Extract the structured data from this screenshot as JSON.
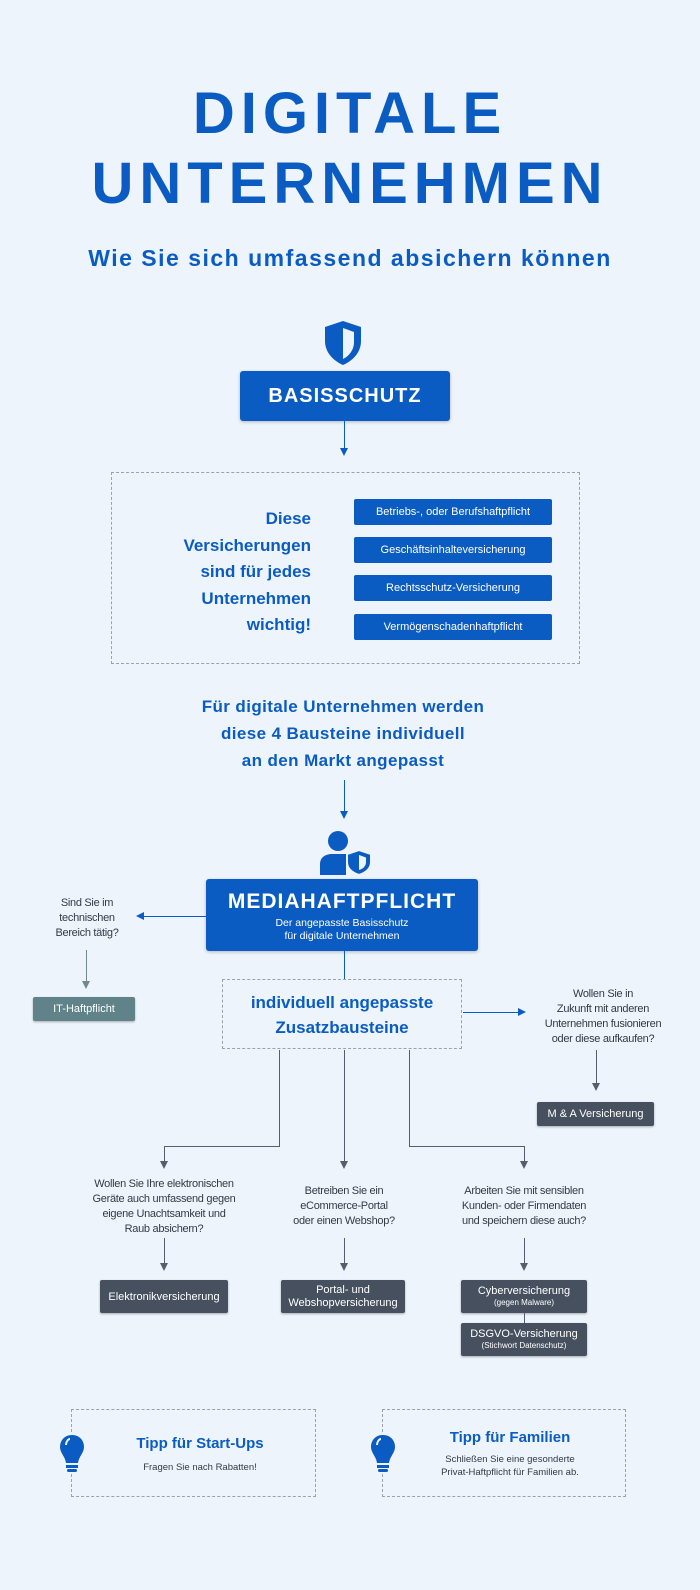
{
  "title": {
    "line1": "DIGITALE",
    "line2": "UNTERNEHMEN"
  },
  "subtitle": "Wie Sie sich umfassend absichern können",
  "basisschutz": {
    "label": "BASISSCHUTZ",
    "text_lines": [
      "Diese",
      "Versicherungen",
      "sind für jedes",
      "Unternehmen",
      "wichtig!"
    ],
    "items": [
      "Betriebs-, oder Berufshaftpflicht",
      "Geschäftsinhalteversicherung",
      "Rechtsschutz-Versicherung",
      "Vermögenschadenhaftpflicht"
    ]
  },
  "intro_lines": [
    "Für digitale Unternehmen werden",
    "diese 4 Bausteine individuell",
    "an den Markt angepasst"
  ],
  "media": {
    "title": "MEDIAHAFTPFLICHT",
    "sub1": "Der angepasste Basisschutz",
    "sub2": "für digitale Unternehmen"
  },
  "zusatz": {
    "line1": "individuell angepasste",
    "line2": "Zusatzbausteine"
  },
  "branches": {
    "it": {
      "question": [
        "Sind Sie im",
        "technischen",
        "Bereich tätig?"
      ],
      "label": "IT-Haftpflicht"
    },
    "ma": {
      "question": [
        "Wollen Sie in",
        "Zukunft mit anderen",
        "Unternehmen fusionieren",
        "oder diese aufkaufen?"
      ],
      "label": "M & A Versicherung"
    },
    "elektronik": {
      "question": [
        "Wollen Sie Ihre elektronischen",
        "Geräte auch umfassend gegen",
        "eigene Unachtsamkeit und",
        "Raub absichern?"
      ],
      "label": "Elektronikversicherung"
    },
    "portal": {
      "question": [
        "Betreiben Sie ein",
        "eCommerce-Portal",
        "oder einen Webshop?"
      ],
      "label1": "Portal- und",
      "label2": "Webshopversicherung"
    },
    "cyber": {
      "question": [
        "Arbeiten Sie mit sensiblen",
        "Kunden- oder Firmendaten",
        "und speichern diese auch?"
      ],
      "label": "Cyberversicherung",
      "note": "(gegen Malware)",
      "label2": "DSGVO-Versicherung",
      "note2": "(Stichwort Datenschutz)"
    }
  },
  "tips": [
    {
      "title": "Tipp für Start-Ups",
      "text": [
        "Fragen Sie nach Rabatten!"
      ]
    },
    {
      "title": "Tipp für Familien",
      "text": [
        "Schließen Sie eine gesonderte",
        "Privat-Haftpflicht für Familien ab."
      ]
    }
  ],
  "colors": {
    "blue": "#0b5cc2",
    "bg": "#eef4fc",
    "dark": "#46505f",
    "teal": "#5f8388"
  }
}
